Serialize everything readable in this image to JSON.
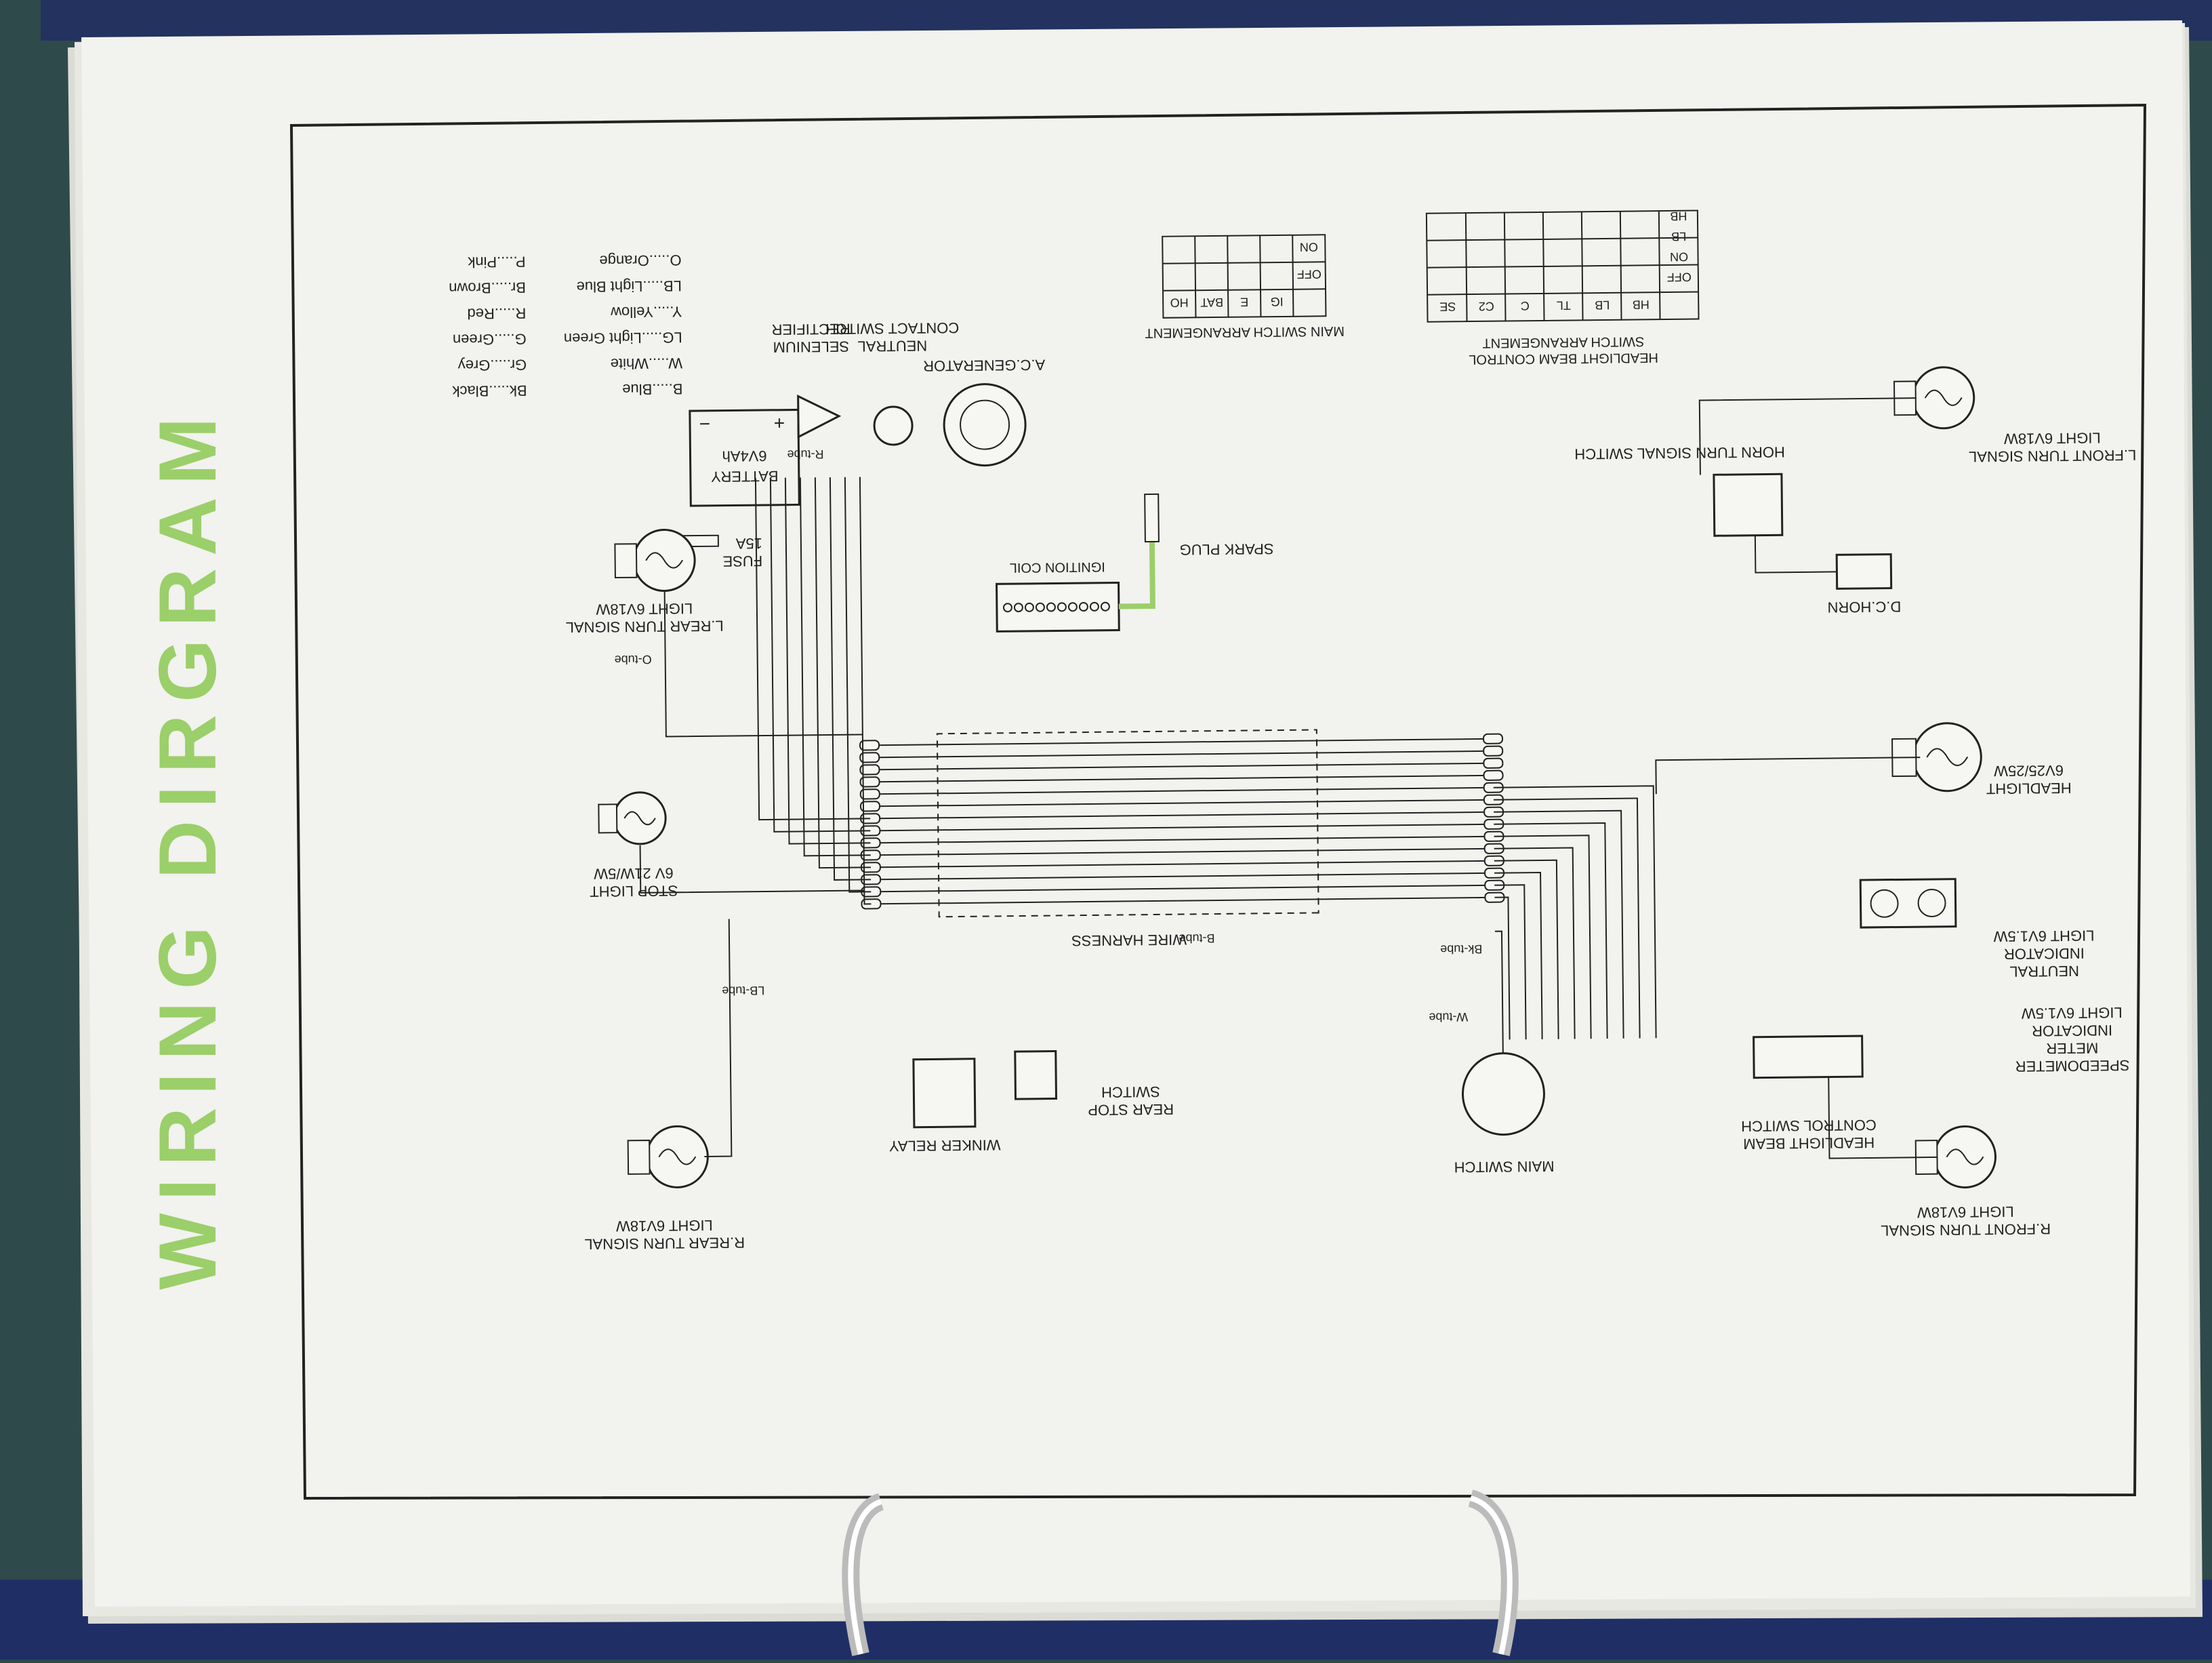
{
  "page": {
    "side_title": "WIRING DIRGRAM"
  },
  "legend": [
    {
      "code": "B",
      "name": "Blue"
    },
    {
      "code": "W",
      "name": "White"
    },
    {
      "code": "LG",
      "name": "Light Green"
    },
    {
      "code": "Y",
      "name": "Yellow"
    },
    {
      "code": "LB",
      "name": "Light Blue"
    },
    {
      "code": "O",
      "name": "Orange"
    },
    {
      "code": "Bk",
      "name": "Black"
    },
    {
      "code": "Gr",
      "name": "Grey"
    },
    {
      "code": "G",
      "name": "Green"
    },
    {
      "code": "R",
      "name": "Red"
    },
    {
      "code": "Br",
      "name": "Brown"
    },
    {
      "code": "P",
      "name": "Pink"
    }
  ],
  "components": {
    "battery": {
      "name": "BATTERY",
      "rating": "6V4Ah"
    },
    "fuse": {
      "name": "FUSE",
      "rating": "15A"
    },
    "rectifier": "SELENIUM RECTIFIER",
    "neutral_contact_switch": "NEUTRAL CONTACT SWITCH",
    "ac_generator": "A.C.GENERATOR",
    "ignition_coil": "IGNITION COIL",
    "spark_plug": "SPARK PLUG",
    "horn_turn_signal_switch": "HORN TURN SIGNAL SWITCH",
    "l_front_turn_signal": "L.FRONT TURN SIGNAL LIGHT 6V18W",
    "l_rear_turn_signal": "L.REAR TURN SIGNAL LIGHT 6V18W",
    "stop_light": "STOP LIGHT 6V 21W/5W",
    "r_rear_turn_signal": "R.REAR TURN SIGNAL LIGHT 6V18W",
    "winker_relay": "WINKER RELAY",
    "rear_stop_switch": "REAR STOP SWITCH",
    "wire_harness": "WIRE HARNESS",
    "main_switch": "MAIN SWITCH",
    "headlight_beam_control_switch": "HEADLIGHT BEAM CONTROL SWITCH",
    "r_front_turn_signal": "R.FRONT TURN SIGNAL LIGHT 6V18W",
    "speedometer_meter_indicator": "SPEEDOMETER METER INDICATOR LIGHT 6V1.5W",
    "neutral_indicator": "NEUTRAL INDICATOR LIGHT 6V1.5W",
    "headlight": "HEADLIGHT 6V25/25W",
    "dc_horn": "D.C.HORN"
  },
  "main_switch_table": {
    "title": "MAIN SWITCH ARRANGEMENT",
    "headers": [
      "IG",
      "E",
      "BAT",
      "HO"
    ],
    "rows": [
      "OFF",
      "ON"
    ]
  },
  "headlight_table": {
    "title": "HEADLIGHT BEAM CONTROL SWITCH ARRANGEMENT",
    "headers": [
      "HB",
      "LB",
      "TL",
      "C",
      "C2",
      "SE"
    ],
    "rows": [
      "OFF",
      "ON",
      "LB",
      "HB"
    ]
  },
  "wire_tags": {
    "r_tube": "R-tube",
    "o_tube": "O-tube",
    "lb_tube": "LB-tube",
    "b_tube": "B-tube",
    "w_tube": "W-tube",
    "bk_tube": "Bk-tube"
  }
}
